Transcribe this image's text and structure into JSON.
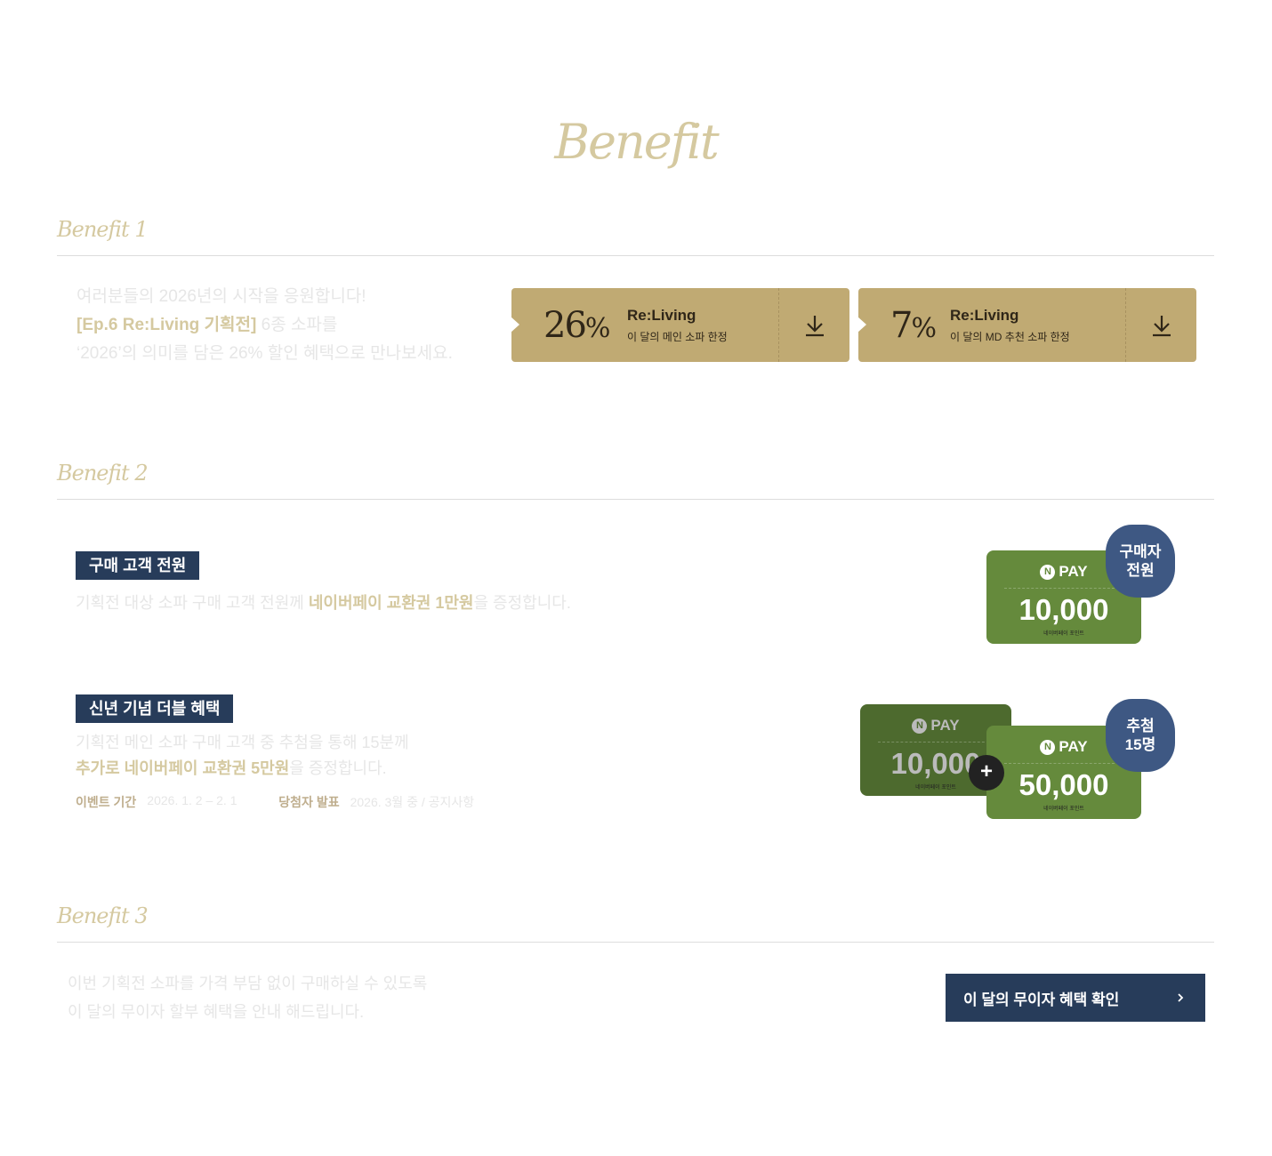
{
  "title": "Benefit",
  "benefit1": {
    "heading": "Benefit 1",
    "line1": "여러분들의 2026년의 시작을 응원합니다!",
    "line2_highlight": "[Ep.6 Re:Living 기획전]",
    "line2_rest": " 6종 소파를",
    "line3": "‘2026’의 의미를 담은 26% 할인 혜택으로 만나보세요.",
    "coupons": [
      {
        "percent": "26",
        "unit": "%",
        "name": "Re:Living",
        "desc": "이 달의 메인 소파 한정"
      },
      {
        "percent": "7",
        "unit": "%",
        "name": "Re:Living",
        "desc": "이 달의 MD 추천 소파 한정"
      }
    ]
  },
  "benefit2": {
    "heading": "Benefit 2",
    "item1": {
      "tag": "구매 고객 전원",
      "text_pre": "기획전 대상 소파 구매 고객 전원께 ",
      "text_highlight": "네이버페이 교환권 1만원",
      "text_post": "을 증정합니다.",
      "card": {
        "logo": "PAY",
        "amount": "10,000",
        "note": "네이버페이 포인트"
      },
      "badge_line1": "구매자",
      "badge_line2": "전원"
    },
    "item2": {
      "tag": "신년 기념 더블 혜택",
      "line1": "기획전 메인 소파 구매 고객 중 추첨을 통해 15분께",
      "line2_highlight": "추가로 네이버페이 교환권 5만원",
      "line2_post": "을 증정합니다.",
      "period_label": "이벤트 기간",
      "period_value": "2026. 1. 2 – 2. 1",
      "announce_label": "당첨자 발표",
      "announce_value": "2026. 3월 중 / 공지사항",
      "card_back": {
        "logo": "PAY",
        "amount": "10,000",
        "note": "네이버페이 포인트"
      },
      "card_front": {
        "logo": "PAY",
        "amount": "50,000",
        "note": "네이버페이 포인트"
      },
      "plus": "+",
      "badge_line1": "추첨",
      "badge_line2": "15명"
    }
  },
  "benefit3": {
    "heading": "Benefit 3",
    "line1": "이번 기획전 소파를 가격 부담 없이 구매하실 수 있도록",
    "line2": "이 달의 무이자 할부 혜택을 안내 해드립니다.",
    "button": "이 달의 무이자 혜택 확인",
    "button_icon": "chevron-right"
  },
  "colors": {
    "gold": "#c0aa73",
    "navy": "#273c5a",
    "green": "#658a3c",
    "badge": "#3e5883"
  }
}
